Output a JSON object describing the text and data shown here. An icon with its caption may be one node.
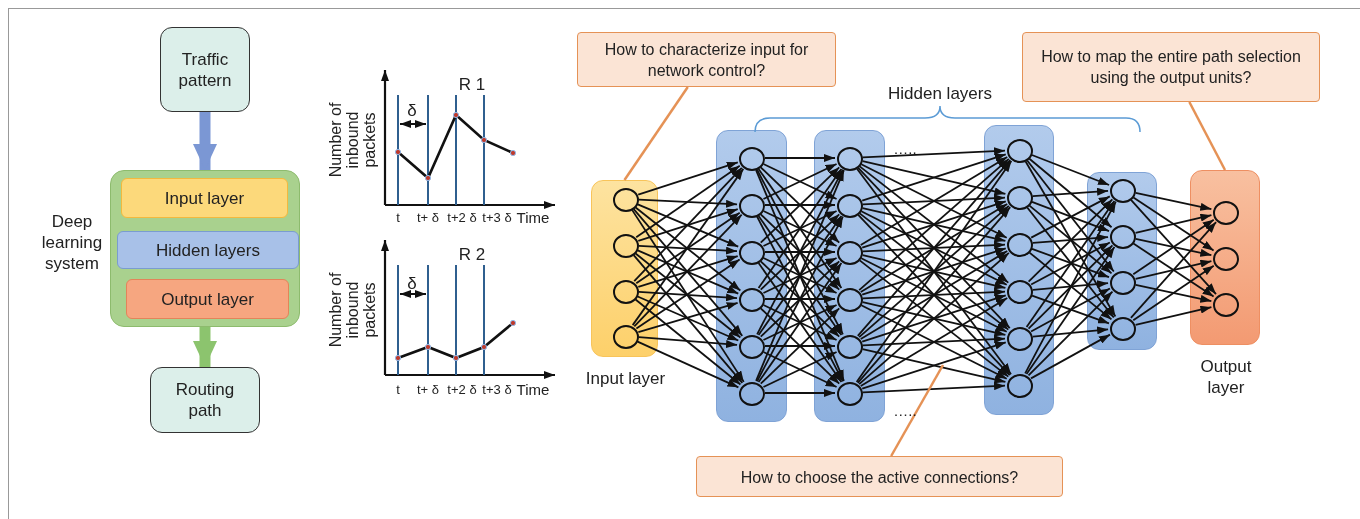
{
  "diagram": {
    "nodes": [
      {
        "text": [
          "Traffic pattern"
        ]
      },
      {
        "text": [
          "Deep learning system"
        ]
      },
      {
        "text": [
          "Input layer"
        ],
        "in": 1
      },
      {
        "text": [
          "Hidden layers"
        ],
        "in": 1
      },
      {
        "text": [
          "Output layer"
        ],
        "in": 1
      },
      {
        "text": [
          "Routing path"
        ]
      },
      {
        "text": [
          "How to characterize input for network control?"
        ]
      },
      {
        "text": [
          "How to map the entire path selection using the output units?"
        ]
      },
      {
        "text": [],
        "shape": "box",
        "beside": [
          "Input layer"
        ]
      },
      {
        "text": [],
        "shape": "box"
      },
      {
        "text": [],
        "shape": "box"
      },
      {
        "text": [],
        "shape": "box"
      },
      {
        "text": [],
        "shape": "box"
      },
      {
        "text": [],
        "shape": "box",
        "beside": [
          "Output layer"
        ]
      },
      {
        "text": [
          "How to choose the active connections?"
        ]
      },
      {
        "text": [],
        "shape": "circle",
        "in": 8
      },
      {
        "text": [],
        "shape": "circle",
        "in": 8
      },
      {
        "text": [],
        "shape": "circle",
        "in": 8
      },
      {
        "text": [],
        "shape": "circle",
        "in": 8
      },
      {
        "text": [],
        "shape": "circle",
        "in": 9
      },
      {
        "text": [],
        "shape": "circle",
        "in": 9
      },
      {
        "text": [],
        "shape": "circle",
        "in": 9
      },
      {
        "text": [],
        "shape": "circle",
        "in": 9
      },
      {
        "text": [],
        "shape": "circle",
        "in": 9
      },
      {
        "text": [],
        "shape": "circle",
        "in": 9
      },
      {
        "text": [],
        "shape": "circle",
        "in": 10
      },
      {
        "text": [],
        "shape": "circle",
        "in": 10
      },
      {
        "text": [],
        "shape": "circle",
        "in": 10
      },
      {
        "text": [],
        "shape": "circle",
        "in": 10
      },
      {
        "text": [],
        "shape": "circle",
        "in": 10
      },
      {
        "text": [],
        "shape": "circle",
        "in": 10
      },
      {
        "text": [],
        "shape": "circle",
        "in": 11
      },
      {
        "text": [],
        "shape": "circle",
        "in": 11
      },
      {
        "text": [],
        "shape": "circle",
        "in": 11
      },
      {
        "text": [],
        "shape": "circle",
        "in": 11
      },
      {
        "text": [],
        "shape": "circle",
        "in": 11
      },
      {
        "text": [],
        "shape": "circle",
        "in": 11
      },
      {
        "text": [],
        "shape": "circle",
        "in": 12
      },
      {
        "text": [],
        "shape": "circle",
        "in": 12
      },
      {
        "text": [],
        "shape": "circle",
        "in": 12
      },
      {
        "text": [],
        "shape": "circle",
        "in": 12
      },
      {
        "text": [],
        "shape": "circle",
        "in": 13
      },
      {
        "text": [],
        "shape": "circle",
        "in": 13
      },
      {
        "text": [],
        "shape": "circle",
        "in": 13
      }
    ],
    "edges": [
      {
        "from": 0,
        "to": 1,
        "arrow": "to",
        "style": "thick",
        "color": "#7b97d4"
      },
      {
        "from": 1,
        "to": 5,
        "arrow": "to",
        "style": "thick",
        "color": "#8cc46e"
      },
      {
        "from": 6,
        "to": 8,
        "arrow": "none",
        "color": "#e59256"
      },
      {
        "from": 7,
        "to": 13,
        "arrow": "none",
        "color": "#e59256"
      },
      {
        "from": 14,
        "to": null,
        "arrow": "none",
        "color": "#e59256"
      },
      {
        "from": 15,
        "to": 19,
        "arrow": "to"
      },
      {
        "from": 15,
        "to": 20,
        "arrow": "to"
      },
      {
        "from": 15,
        "to": 21,
        "arrow": "to"
      },
      {
        "from": 15,
        "to": 22,
        "arrow": "to"
      },
      {
        "from": 15,
        "to": 23,
        "arrow": "to"
      },
      {
        "from": 15,
        "to": 24,
        "arrow": "to"
      },
      {
        "from": 16,
        "to": 19,
        "arrow": "to"
      },
      {
        "from": 16,
        "to": 20,
        "arrow": "to"
      },
      {
        "from": 16,
        "to": 21,
        "arrow": "to"
      },
      {
        "from": 16,
        "to": 22,
        "arrow": "to"
      },
      {
        "from": 16,
        "to": 23,
        "arrow": "to"
      },
      {
        "from": 16,
        "to": 24,
        "arrow": "to"
      },
      {
        "from": 17,
        "to": 19,
        "arrow": "to"
      },
      {
        "from": 17,
        "to": 20,
        "arrow": "to"
      },
      {
        "from": 17,
        "to": 21,
        "arrow": "to"
      },
      {
        "from": 17,
        "to": 22,
        "arrow": "to"
      },
      {
        "from": 17,
        "to": 23,
        "arrow": "to"
      },
      {
        "from": 17,
        "to": 24,
        "arrow": "to"
      },
      {
        "from": 18,
        "to": 19,
        "arrow": "to"
      },
      {
        "from": 18,
        "to": 20,
        "arrow": "to"
      },
      {
        "from": 18,
        "to": 21,
        "arrow": "to"
      },
      {
        "from": 18,
        "to": 22,
        "arrow": "to"
      },
      {
        "from": 18,
        "to": 23,
        "arrow": "to"
      },
      {
        "from": 18,
        "to": 24,
        "arrow": "to"
      },
      {
        "from": 19,
        "to": 25,
        "arrow": "to"
      },
      {
        "from": 19,
        "to": 26,
        "arrow": "to"
      },
      {
        "from": 19,
        "to": 27,
        "arrow": "to"
      },
      {
        "from": 19,
        "to": 28,
        "arrow": "to"
      },
      {
        "from": 19,
        "to": 29,
        "arrow": "to"
      },
      {
        "from": 19,
        "to": 30,
        "arrow": "to"
      },
      {
        "from": 20,
        "to": 25,
        "arrow": "to"
      },
      {
        "from": 20,
        "to": 26,
        "arrow": "to"
      },
      {
        "from": 20,
        "to": 27,
        "arrow": "to"
      },
      {
        "from": 20,
        "to": 28,
        "arrow": "to"
      },
      {
        "from": 20,
        "to": 29,
        "arrow": "to"
      },
      {
        "from": 20,
        "to": 30,
        "arrow": "to"
      },
      {
        "from": 21,
        "to": 25,
        "arrow": "to"
      },
      {
        "from": 21,
        "to": 26,
        "arrow": "to"
      },
      {
        "from": 21,
        "to": 27,
        "arrow": "to"
      },
      {
        "from": 21,
        "to": 28,
        "arrow": "to"
      },
      {
        "from": 21,
        "to": 29,
        "arrow": "to"
      },
      {
        "from": 21,
        "to": 30,
        "arrow": "to"
      },
      {
        "from": 22,
        "to": 25,
        "arrow": "to"
      },
      {
        "from": 22,
        "to": 26,
        "arrow": "to"
      },
      {
        "from": 22,
        "to": 27,
        "arrow": "to"
      },
      {
        "from": 22,
        "to": 28,
        "arrow": "to"
      },
      {
        "from": 22,
        "to": 29,
        "arrow": "to"
      },
      {
        "from": 22,
        "to": 30,
        "arrow": "to"
      },
      {
        "from": 23,
        "to": 25,
        "arrow": "to"
      },
      {
        "from": 23,
        "to": 26,
        "arrow": "to"
      },
      {
        "from": 23,
        "to": 27,
        "arrow": "to"
      },
      {
        "from": 23,
        "to": 28,
        "arrow": "to"
      },
      {
        "from": 23,
        "to": 29,
        "arrow": "to"
      },
      {
        "from": 23,
        "to": 30,
        "arrow": "to"
      },
      {
        "from": 24,
        "to": 25,
        "arrow": "to"
      },
      {
        "from": 24,
        "to": 26,
        "arrow": "to"
      },
      {
        "from": 24,
        "to": 27,
        "arrow": "to"
      },
      {
        "from": 24,
        "to": 28,
        "arrow": "to"
      },
      {
        "from": 24,
        "to": 29,
        "arrow": "to"
      },
      {
        "from": 24,
        "to": 30,
        "arrow": "to"
      },
      {
        "from": 25,
        "to": 31,
        "arrow": "to"
      },
      {
        "from": 25,
        "to": 32,
        "arrow": "to"
      },
      {
        "from": 25,
        "to": 33,
        "arrow": "to"
      },
      {
        "from": 25,
        "to": 34,
        "arrow": "to"
      },
      {
        "from": 25,
        "to": 35,
        "arrow": "to"
      },
      {
        "from": 25,
        "to": 36,
        "arrow": "to"
      },
      {
        "from": 26,
        "to": 31,
        "arrow": "to"
      },
      {
        "from": 26,
        "to": 32,
        "arrow": "to"
      },
      {
        "from": 26,
        "to": 33,
        "arrow": "to"
      },
      {
        "from": 26,
        "to": 34,
        "arrow": "to"
      },
      {
        "from": 26,
        "to": 35,
        "arrow": "to"
      },
      {
        "from": 26,
        "to": 36,
        "arrow": "to"
      },
      {
        "from": 27,
        "to": 31,
        "arrow": "to"
      },
      {
        "from": 27,
        "to": 32,
        "arrow": "to"
      },
      {
        "from": 27,
        "to": 33,
        "arrow": "to"
      },
      {
        "from": 27,
        "to": 34,
        "arrow": "to"
      },
      {
        "from": 27,
        "to": 35,
        "arrow": "to"
      },
      {
        "from": 27,
        "to": 36,
        "arrow": "to"
      },
      {
        "from": 28,
        "to": 31,
        "arrow": "to"
      },
      {
        "from": 28,
        "to": 32,
        "arrow": "to"
      },
      {
        "from": 28,
        "to": 33,
        "arrow": "to"
      },
      {
        "from": 28,
        "to": 34,
        "arrow": "to"
      },
      {
        "from": 28,
        "to": 35,
        "arrow": "to"
      },
      {
        "from": 28,
        "to": 36,
        "arrow": "to"
      },
      {
        "from": 29,
        "to": 31,
        "arrow": "to"
      },
      {
        "from": 29,
        "to": 32,
        "arrow": "to"
      },
      {
        "from": 29,
        "to": 33,
        "arrow": "to"
      },
      {
        "from": 29,
        "to": 34,
        "arrow": "to"
      },
      {
        "from": 29,
        "to": 35,
        "arrow": "to"
      },
      {
        "from": 29,
        "to": 36,
        "arrow": "to"
      },
      {
        "from": 30,
        "to": 31,
        "arrow": "to"
      },
      {
        "from": 30,
        "to": 32,
        "arrow": "to"
      },
      {
        "from": 30,
        "to": 33,
        "arrow": "to"
      },
      {
        "from": 30,
        "to": 34,
        "arrow": "to"
      },
      {
        "from": 30,
        "to": 35,
        "arrow": "to"
      },
      {
        "from": 30,
        "to": 36,
        "arrow": "to"
      },
      {
        "from": 31,
        "to": 37,
        "arrow": "to"
      },
      {
        "from": 31,
        "to": 38,
        "arrow": "to"
      },
      {
        "from": 31,
        "to": 39,
        "arrow": "to"
      },
      {
        "from": 31,
        "to": 40,
        "arrow": "to"
      },
      {
        "from": 32,
        "to": 37,
        "arrow": "to"
      },
      {
        "from": 32,
        "to": 38,
        "arrow": "to"
      },
      {
        "from": 32,
        "to": 39,
        "arrow": "to"
      },
      {
        "from": 32,
        "to": 40,
        "arrow": "to"
      },
      {
        "from": 33,
        "to": 37,
        "arrow": "to"
      },
      {
        "from": 33,
        "to": 38,
        "arrow": "to"
      },
      {
        "from": 33,
        "to": 39,
        "arrow": "to"
      },
      {
        "from": 33,
        "to": 40,
        "arrow": "to"
      },
      {
        "from": 34,
        "to": 37,
        "arrow": "to"
      },
      {
        "from": 34,
        "to": 38,
        "arrow": "to"
      },
      {
        "from": 34,
        "to": 39,
        "arrow": "to"
      },
      {
        "from": 34,
        "to": 40,
        "arrow": "to"
      },
      {
        "from": 35,
        "to": 37,
        "arrow": "to"
      },
      {
        "from": 35,
        "to": 38,
        "arrow": "to"
      },
      {
        "from": 35,
        "to": 39,
        "arrow": "to"
      },
      {
        "from": 35,
        "to": 40,
        "arrow": "to"
      },
      {
        "from": 36,
        "to": 37,
        "arrow": "to"
      },
      {
        "from": 36,
        "to": 38,
        "arrow": "to"
      },
      {
        "from": 36,
        "to": 39,
        "arrow": "to"
      },
      {
        "from": 36,
        "to": 40,
        "arrow": "to"
      },
      {
        "from": 37,
        "to": 41,
        "arrow": "to"
      },
      {
        "from": 37,
        "to": 42,
        "arrow": "to"
      },
      {
        "from": 37,
        "to": 43,
        "arrow": "to"
      },
      {
        "from": 38,
        "to": 41,
        "arrow": "to"
      },
      {
        "from": 38,
        "to": 42,
        "arrow": "to"
      },
      {
        "from": 38,
        "to": 43,
        "arrow": "to"
      },
      {
        "from": 39,
        "to": 41,
        "arrow": "to"
      },
      {
        "from": 39,
        "to": 42,
        "arrow": "to"
      },
      {
        "from": 39,
        "to": 43,
        "arrow": "to"
      },
      {
        "from": 40,
        "to": 41,
        "arrow": "to"
      },
      {
        "from": 40,
        "to": 42,
        "arrow": "to"
      },
      {
        "from": 40,
        "to": 43,
        "arrow": "to"
      }
    ],
    "labels": [
      "R 1",
      "Number of inbound packets",
      "δ",
      "t",
      "t+ δ",
      "t+2 δ",
      "t+3 δ",
      "Time",
      "Hidden layers",
      "…..",
      "R 2",
      "Number of inbound packets",
      "δ",
      "t",
      "t+ δ",
      "t+2 δ",
      "t+3 δ",
      "Time",
      "….."
    ]
  }
}
